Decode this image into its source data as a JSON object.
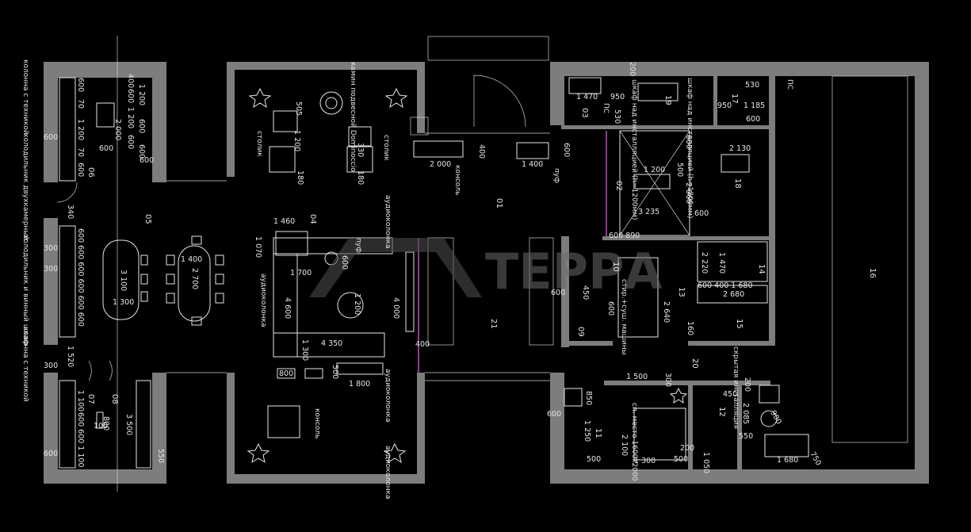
{
  "watermark": {
    "brand": "ТЕРРА"
  },
  "rooms": {
    "r01": "01",
    "r02": "02",
    "r03": "03",
    "r04": "04",
    "r05": "05",
    "r06": "06",
    "r07": "07",
    "r08": "08",
    "r09": "09",
    "r10": "10",
    "r11": "11",
    "r12": "12",
    "r13": "13",
    "r14": "14",
    "r15": "15",
    "r16": "16",
    "r17": "17",
    "r18": "18",
    "r19": "19",
    "r20": "20",
    "r21": "21"
  },
  "labels": {
    "col_tech_top": "колонна с техникой",
    "fridge_two": "холодильник двухкамерный",
    "fridge_wine": "холодильник и винный шкаф",
    "col_tech_bottom": "колонна с техникой",
    "fireplace": "камин подвесной Dominoccio",
    "table_a": "столик",
    "table_b": "столик",
    "console_top": "консоль",
    "pouf_top": "пуф",
    "speaker_a": "аудиоколонка",
    "speaker_b": "аудиоколонка",
    "speaker_c": "аудиоколонка",
    "speaker_d": "аудиоколонка",
    "pouf_mid": "пуф",
    "console_bottom": "консоль",
    "cabinet_install_a": "шкаф над инсталляцией (h=1200мм)",
    "cabinet_install_b": "шкаф над инсталляцией (h=1200мм)",
    "ps_a": "ПС",
    "ps_b": "ПС",
    "washer": "стир.+суш. машины",
    "hidden_install": "скрытая инсталляция",
    "bed": "сп. место 1600х2000"
  },
  "dims": {
    "k600a": "600",
    "k70a": "70",
    "k1200a": "1 200",
    "k70b": "70",
    "k600b": "600",
    "k400": "400",
    "k600c": "600",
    "k1200b": "1 200",
    "k2000": "2 000",
    "k600d": "600",
    "k1200c": "1 200",
    "k600e": "600",
    "k600f": "600",
    "k600g": "600",
    "k600h": "600",
    "k340": "340",
    "d600l": "600 600 600 600 600 600",
    "d300": "300",
    "d300b": "300",
    "d1520": "1 520",
    "d300c": "300",
    "d3100": "3 100",
    "d1300": "1 300",
    "d1400": "1 400",
    "d2700": "2 700",
    "d1100a": "1 100",
    "d600s": "600 600 1 100",
    "d800": "800",
    "d1000": "100",
    "d3500": "3 500",
    "d600z": "600",
    "d550": "550",
    "l505": "505",
    "l1200": "1 200",
    "l180a": "180",
    "l180b": "180",
    "l330": "330",
    "l1460": "1 460",
    "l1070": "1 070",
    "l1700": "1 700",
    "l4600": "4 600",
    "l600": "600",
    "l1200b": "1 200",
    "l4000": "4 000",
    "l1300": "1 300",
    "l4350": "4 350",
    "l800": "800",
    "l500": "500",
    "l1800": "1 800",
    "h400": "400",
    "h2000": "2 000",
    "h600": "600",
    "h1400": "1 400",
    "h400b": "400",
    "b1470": "1 470",
    "b950": "950",
    "b530": "530",
    "b200": "200",
    "b950b": "950",
    "b1185": "1 185",
    "b530b": "530",
    "b600": "600",
    "b2130": "2 130",
    "b1200": "1 200",
    "b500": "500",
    "b2860": "2 860",
    "b3235": "3 235",
    "b600b": "600",
    "b600c": "600",
    "b890": "600 890",
    "b2220": "2 220",
    "b1470b": "1 470",
    "b600d": "600 400 1 680",
    "b2680": "2 680",
    "b2640": "2 640",
    "b160": "160",
    "b600e": "600",
    "b450": "450",
    "b600f": "600",
    "s1500": "1 500",
    "s300": "300",
    "s850": "850",
    "s1250": "1 250",
    "s2100": "2 100",
    "s500a": "500",
    "s1300": "1 300",
    "s500b": "500",
    "s600": "600",
    "s200": "200",
    "s1050": "1 050",
    "s450": "450",
    "s2085": "2 085",
    "s550": "550",
    "s200b": "200",
    "s1680": "1 680",
    "s750": "750",
    "s900": "900"
  }
}
